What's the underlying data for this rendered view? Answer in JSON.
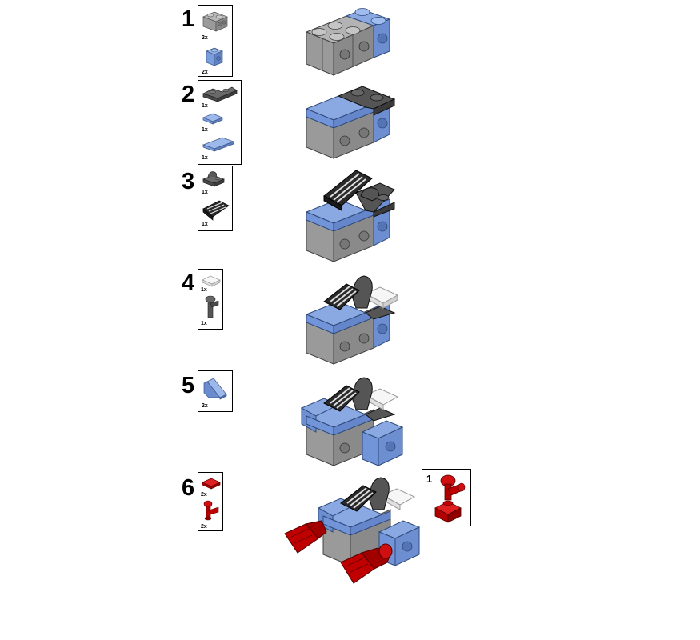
{
  "colors": {
    "gray": "#a3a3a3",
    "dark_gray": "#595959",
    "blue": "#7a9dde",
    "red": "#c30000",
    "white": "#f4f4f4",
    "black": "#1a1a1a"
  },
  "steps": [
    {
      "number": "1",
      "parts": [
        {
          "icon": "gray-brick-icon",
          "qty": "2x"
        },
        {
          "icon": "blue-brick-icon",
          "qty": "2x"
        }
      ]
    },
    {
      "number": "2",
      "parts": [
        {
          "icon": "dark-plate-icon",
          "qty": "1x"
        },
        {
          "icon": "blue-tile-small-icon",
          "qty": "1x"
        },
        {
          "icon": "blue-tile-long-icon",
          "qty": "1x"
        }
      ]
    },
    {
      "number": "3",
      "parts": [
        {
          "icon": "dark-clip-icon",
          "qty": "1x"
        },
        {
          "icon": "grille-slope-icon",
          "qty": "1x"
        }
      ]
    },
    {
      "number": "4",
      "parts": [
        {
          "icon": "white-grille-tile-icon",
          "qty": "1x"
        },
        {
          "icon": "dark-lever-icon",
          "qty": "1x"
        }
      ]
    },
    {
      "number": "5",
      "parts": [
        {
          "icon": "blue-slope-icon",
          "qty": "2x"
        }
      ]
    },
    {
      "number": "6",
      "parts": [
        {
          "icon": "red-plate-icon",
          "qty": "2x"
        },
        {
          "icon": "red-arm-icon",
          "qty": "2x"
        }
      ]
    }
  ],
  "subassembly": {
    "number": "1",
    "icon": "red-arm-assembly-icon"
  }
}
